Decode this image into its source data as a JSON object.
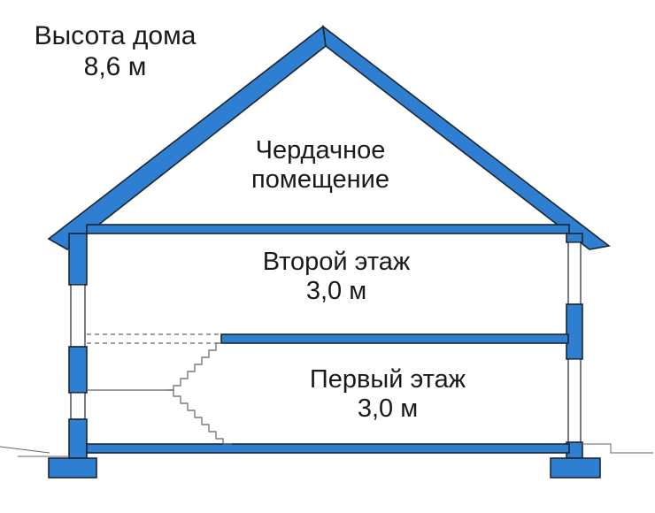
{
  "labels": {
    "house_height": {
      "line1": "Высота дома",
      "line2": "8,6 м"
    },
    "attic": {
      "line1": "Чердачное",
      "line2": "помещение"
    },
    "second_floor": {
      "line1": "Второй этаж",
      "line2": "3,0 м"
    },
    "first_floor": {
      "line1": "Первый этаж",
      "line2": "3,0 м"
    }
  },
  "colors": {
    "structure_fill": "#2e7fd1",
    "structure_outline": "#1c2530",
    "text": "#1a1a1a",
    "thin_line": "#666666"
  }
}
